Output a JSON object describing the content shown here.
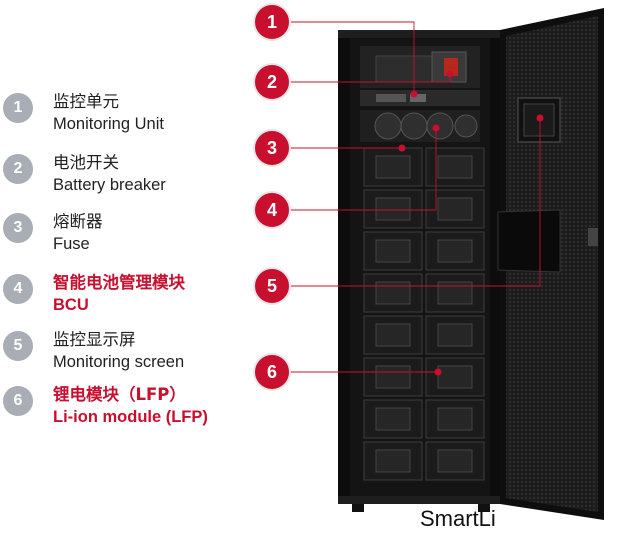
{
  "legend": [
    {
      "num": "1",
      "zh": "监控单元",
      "en": "Monitoring Unit",
      "highlight": false
    },
    {
      "num": "2",
      "zh": "电池开关",
      "en": "Battery breaker",
      "highlight": false
    },
    {
      "num": "3",
      "zh": "熔断器",
      "en": "Fuse",
      "highlight": false
    },
    {
      "num": "4",
      "zh": "智能电池管理模块",
      "en": "BCU",
      "highlight": true
    },
    {
      "num": "5",
      "zh": "监控显示屏",
      "en": "Monitoring screen",
      "highlight": false
    },
    {
      "num": "6",
      "zh": "锂电模块（LFP）",
      "en": "Li-ion module (LFP)",
      "highlight": true
    }
  ],
  "callouts": [
    "1",
    "2",
    "3",
    "4",
    "5",
    "6"
  ],
  "caption": "SmartLi",
  "colors": {
    "accent": "#c8102e",
    "badge": "#a8adb6",
    "cabinet": "#141414"
  }
}
